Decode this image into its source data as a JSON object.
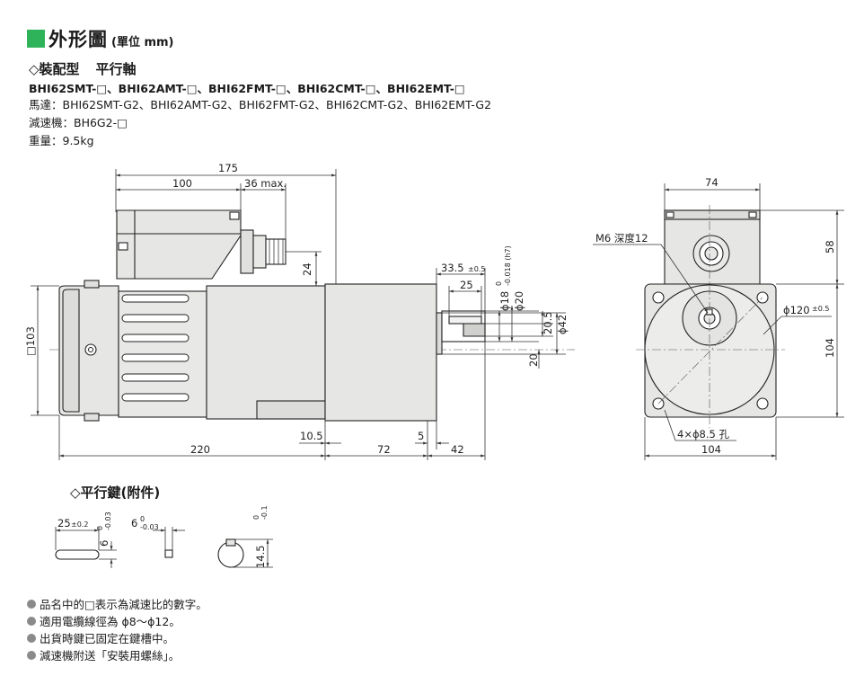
{
  "header": {
    "title": "外形圖",
    "unit": "(單位 mm)",
    "accent_color": "#2fb35a"
  },
  "spec": {
    "combo_label": "◇裝配型",
    "shaft_type": "平行軸",
    "models": "BHI62SMT-□、BHI62AMT-□、BHI62FMT-□、BHI62CMT-□、BHI62EMT-□",
    "motor": "馬達：BHI62SMT-G2、BHI62AMT-G2、BHI62FMT-G2、BHI62CMT-G2、BHI62EMT-G2",
    "gearhead": "減速機：BH6G2-□",
    "weight": "重量：9.5kg"
  },
  "side_view": {
    "dims": {
      "total": "175",
      "d100": "100",
      "d36": "36 max.",
      "d24": "24",
      "d33": "33.5",
      "d33_tol": "±0.5",
      "d25": "25",
      "shaft_dia": "ϕ18",
      "shaft_tol_up": "0",
      "shaft_tol_low": "-0.018 (h7)",
      "d20_top": "ϕ20",
      "d20_5": "20.5",
      "d42": "ϕ42",
      "d20_bottom": "20",
      "square": "□103",
      "d10_5": "10.5",
      "d5": "5",
      "d220": "220",
      "d72": "72",
      "d42_len": "42"
    }
  },
  "front_view": {
    "dims": {
      "width_top": "74",
      "d58": "58",
      "tap": "M6 深度12",
      "pcd": "ϕ120",
      "pcd_tol": "±0.5",
      "d104_side": "104",
      "holes": "4×ϕ8.5 孔",
      "d104_bottom": "104"
    }
  },
  "key": {
    "title": "◇平行鍵(附件)",
    "len": "25",
    "len_tol": "±0.2",
    "h6": "6",
    "h6_tol_up": "0",
    "h6_tol_low": "-0.03",
    "w6": "6",
    "w6_tol_up": "0",
    "w6_tol_low": "-0.03",
    "d14": "14.5",
    "d14_tol_up": "0",
    "d14_tol_low": "-0.1"
  },
  "notes": [
    "品名中的□表示為減速比的數字。",
    "適用電纜線徑為 ϕ8～ϕ12。",
    "出貨時鍵已固定在鍵槽中。",
    "減速機附送「安裝用螺絲」。"
  ]
}
